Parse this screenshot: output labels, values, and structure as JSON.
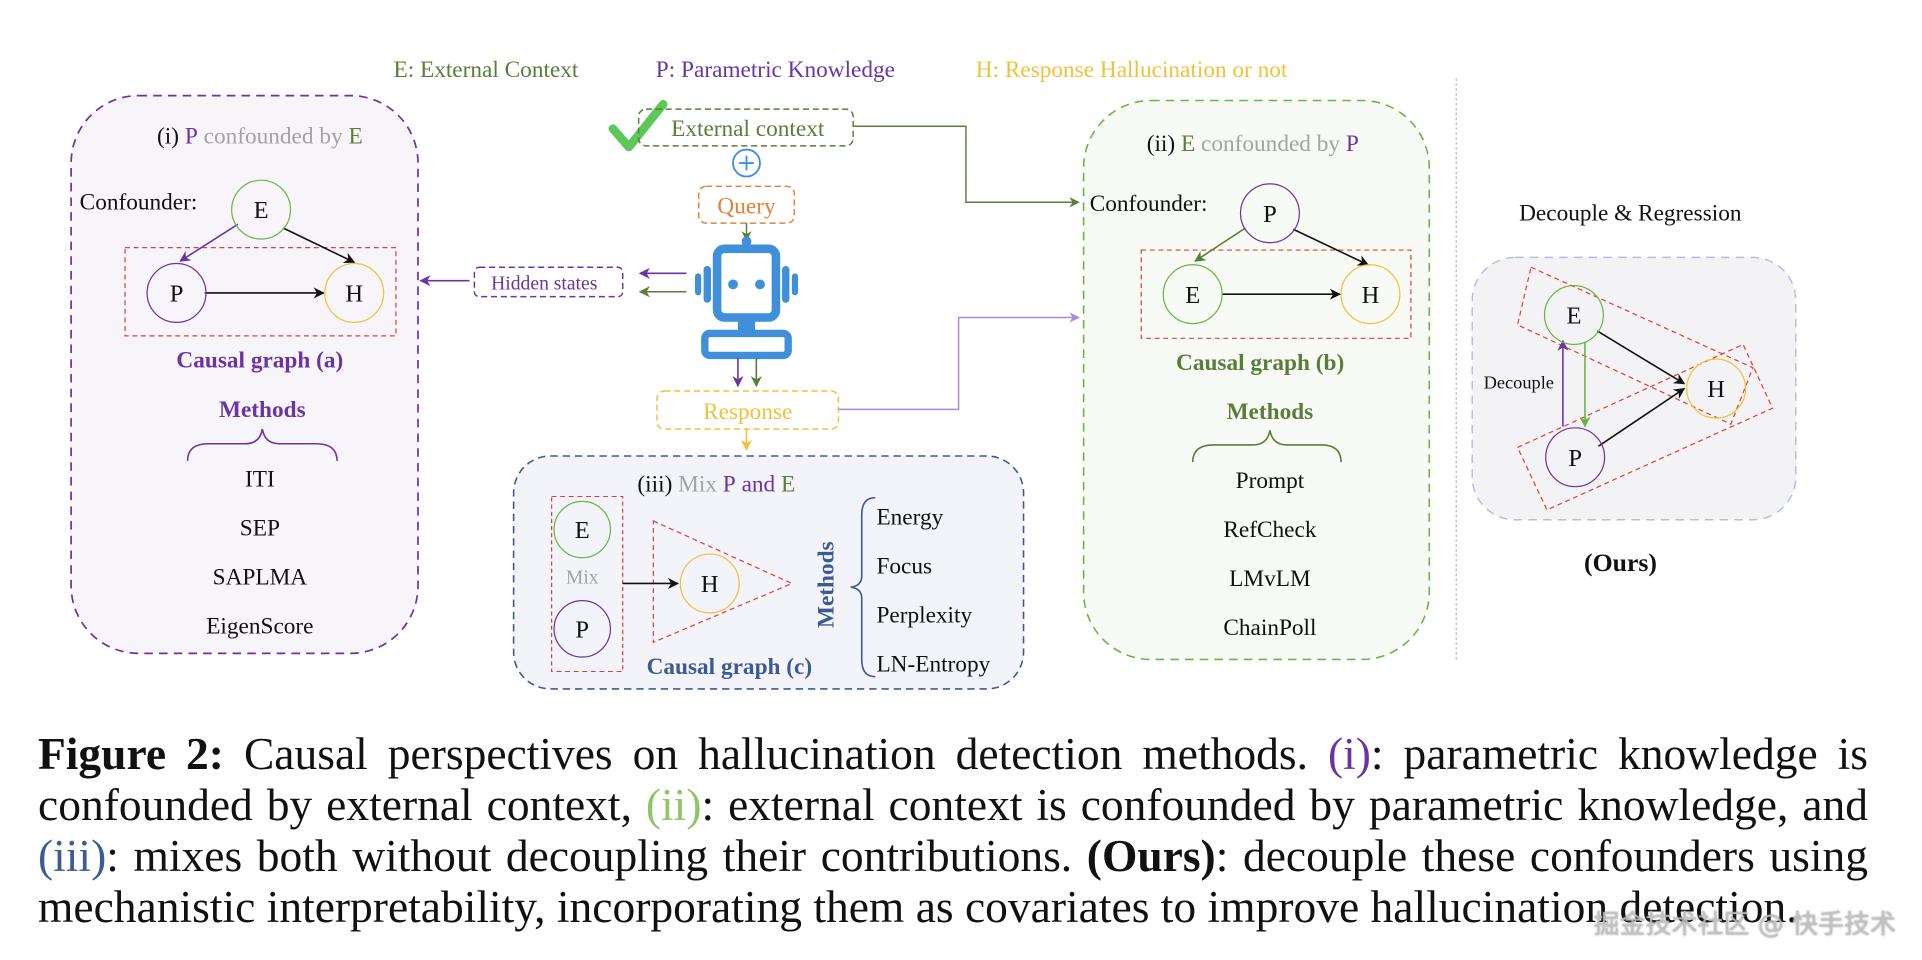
{
  "colors": {
    "external": "#5b7d3a",
    "parametric": "#6a35a0",
    "hallucination": "#f0c23c",
    "query": "#e0833a",
    "robot": "#3f8fdb",
    "mix_box": "#3e5a94",
    "confound_gray": "#a3a3a3",
    "red_dash": "#e0403a",
    "ours_box": "#b5bfdc"
  },
  "legend": {
    "e": "E: External Context",
    "p": "P: Parametric Knowledge",
    "h": "H: Response Hallucination or not"
  },
  "pipeline": {
    "external_context": "External context",
    "query": "Query",
    "response": "Response",
    "hidden_states": "Hidden states",
    "check_icon": "checkmark-icon",
    "plus_icon": "plus-circle-icon",
    "robot_icon": "robot-icon"
  },
  "panel_i": {
    "prefix": "(i)",
    "subject": "P",
    "middle": "confounded by",
    "confounder": "E",
    "confounder_label": "Confounder:",
    "nodes": {
      "top": "E",
      "left": "P",
      "right": "H"
    },
    "graph_title": "Causal graph (a)",
    "methods_title": "Methods",
    "methods": [
      "ITI",
      "SEP",
      "SAPLMA",
      "EigenScore"
    ]
  },
  "panel_ii": {
    "prefix": "(ii)",
    "subject": "E",
    "middle": "confounded by",
    "confounder": "P",
    "confounder_label": "Confounder:",
    "nodes": {
      "top": "P",
      "left": "E",
      "right": "H"
    },
    "graph_title": "Causal graph (b)",
    "methods_title": "Methods",
    "methods": [
      "Prompt",
      "RefCheck",
      "LMvLM",
      "ChainPoll"
    ]
  },
  "panel_iii": {
    "prefix": "(iii)",
    "mix_word": "Mix",
    "p": "P",
    "and": "and",
    "e": "E",
    "mix_label": "Mix",
    "nodes": {
      "top": "E",
      "bottom": "P",
      "right": "H"
    },
    "graph_title": "Causal graph (c)",
    "methods_title": "Methods",
    "methods": [
      "Energy",
      "Focus",
      "Perplexity",
      "LN-Entropy"
    ]
  },
  "panel_ours": {
    "title": "Decouple & Regression",
    "decouple_label": "Decouple",
    "nodes": {
      "e": "E",
      "p": "P",
      "h": "H"
    },
    "label": "(Ours)"
  },
  "caption": {
    "fig_label": "Figure 2:",
    "part1": " Causal perspectives on hallucination detection methods. ",
    "i_tag": "(i)",
    "part2": ": parametric knowledge is confounded by external context, ",
    "ii_tag": "(ii)",
    "part3": ": external context is confounded by parametric knowledge, and ",
    "iii_tag": "(iii)",
    "part4": ": mixes both without decoupling their contributions. ",
    "ours_tag": "(Ours)",
    "part5": ": decouple these confounders using mechanistic interpretability, incorporating them as covariates to improve hallucination detection."
  },
  "watermark": "掘金技术社区 @ 快手技术"
}
